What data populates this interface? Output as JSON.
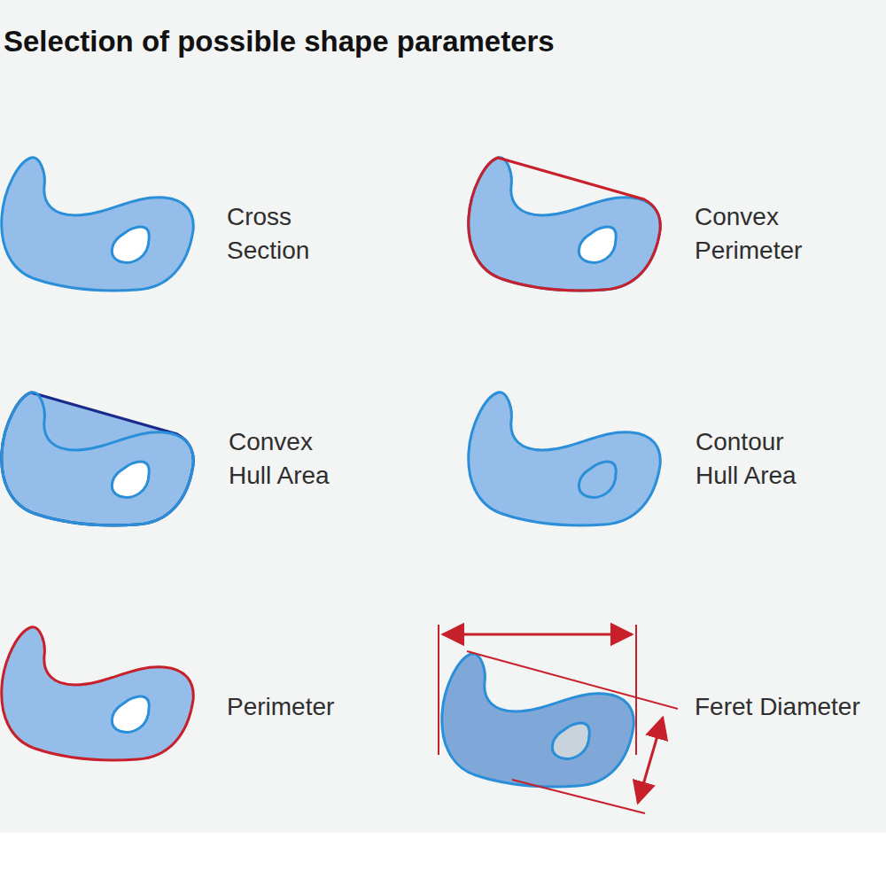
{
  "diagram": {
    "title": "Selection of possible shape parameters",
    "labels": [
      "Cross Section",
      "Convex Perimeter",
      "Convex Hull Area",
      "Contour Hull Area",
      "Perimeter",
      "Feret Diameter"
    ]
  }
}
